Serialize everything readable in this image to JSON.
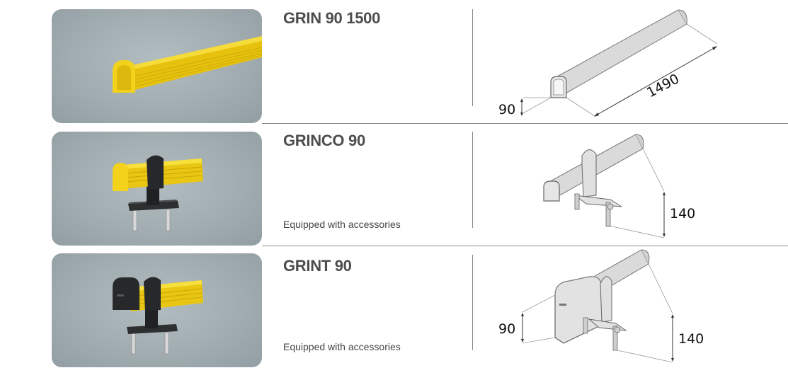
{
  "products": [
    {
      "name": "GRIN 90 1500",
      "note": "",
      "dimensions": {
        "height": "90",
        "length": "1490"
      }
    },
    {
      "name": "GRINCO 90",
      "note": "Equipped with accessories",
      "dimensions": {
        "height": "140"
      }
    },
    {
      "name": "GRINT 90",
      "note": "Equipped with accessories",
      "dimensions": {
        "height_left": "90",
        "height_right": "140"
      }
    }
  ],
  "colors": {
    "rail_yellow": "#f2d21a",
    "photo_background": "#a3aeb3",
    "drawing_grey": "#d9d9d9",
    "divider": "#8a8a8a"
  }
}
